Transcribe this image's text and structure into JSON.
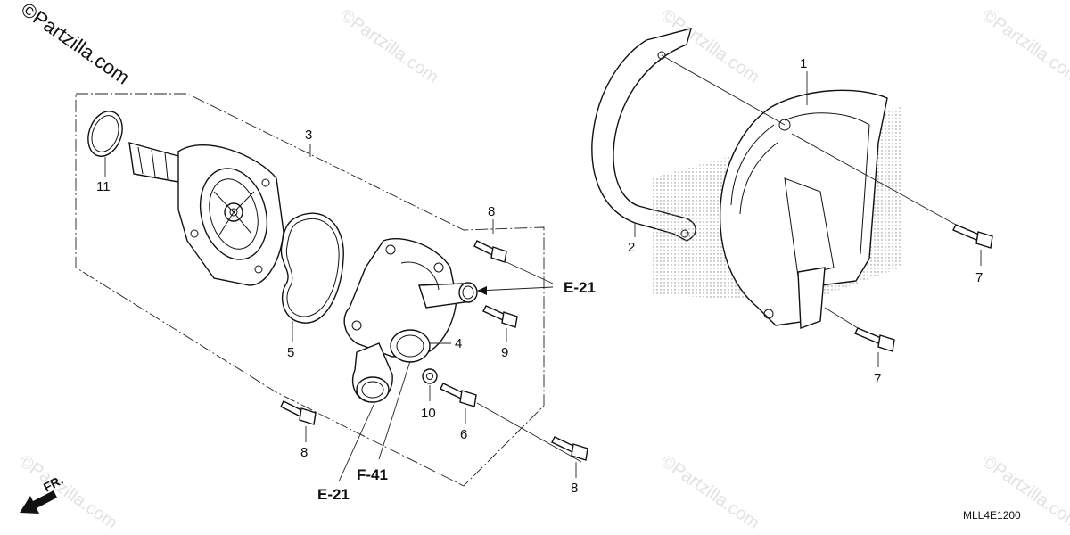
{
  "watermarks": {
    "main": "©Partzilla.com",
    "faint": "©Partzilla.com"
  },
  "callouts": {
    "c1": "1",
    "c2": "2",
    "c3": "3",
    "c4": "4",
    "c5": "5",
    "c6": "6",
    "c7a": "7",
    "c7b": "7",
    "c8a": "8",
    "c8b": "8",
    "c8c": "8",
    "c9": "9",
    "c10": "10",
    "c11": "11"
  },
  "references": {
    "e21_right": "E-21",
    "e21_bottom": "E-21",
    "f41": "F-41",
    "front": "FR."
  },
  "diagram_code": "MLL4E1200"
}
